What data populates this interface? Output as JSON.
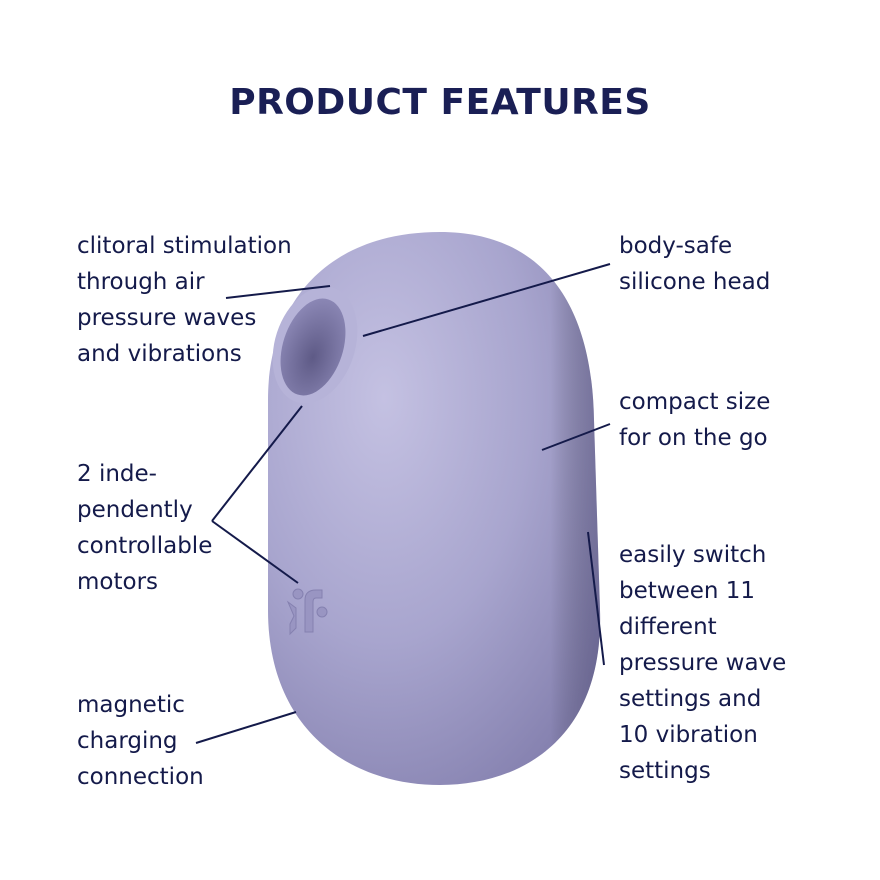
{
  "title": "PRODUCT FEATURES",
  "colors": {
    "text": "#141a4a",
    "title": "#1a1f55",
    "product_body": "#a9a6cf",
    "product_shadow": "#7f7ba8",
    "product_highlight": "#c9c6e6",
    "background": "#ffffff"
  },
  "features": {
    "left": [
      {
        "id": "air-pressure",
        "text": "clitoral stimulation\nthrough air\npressure waves\nand vibrations"
      },
      {
        "id": "motors",
        "text": "2 inde-\npendently\ncontrollable\nmotors"
      },
      {
        "id": "charging",
        "text": "magnetic\ncharging\nconnection"
      }
    ],
    "right": [
      {
        "id": "silicone",
        "text": "body-safe\nsilicone head"
      },
      {
        "id": "compact",
        "text": "compact size\nfor on the go"
      },
      {
        "id": "settings",
        "text": "easily switch\nbetween 11\ndifferent\npressure wave\nsettings and\n10 vibration\nsettings"
      }
    ]
  },
  "product": {
    "logo": "sf",
    "icon": "pressure-wave-toy-illustration"
  }
}
